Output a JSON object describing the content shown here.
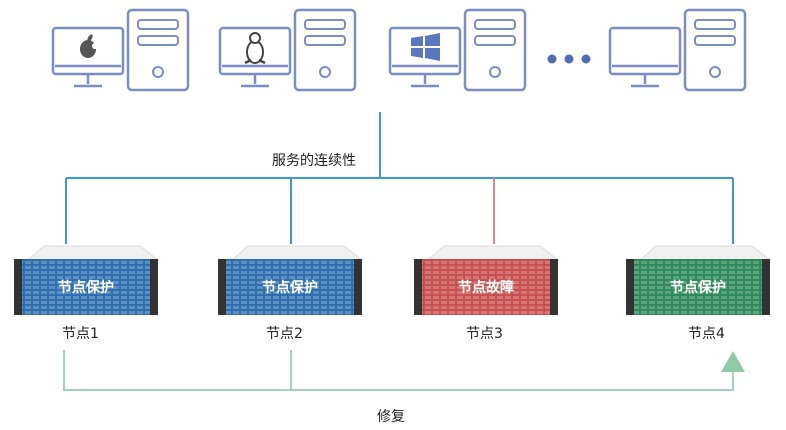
{
  "service_label": "服务的连续性",
  "repair_label": "修复",
  "clients": [
    {
      "os": "apple-icon"
    },
    {
      "os": "linux-icon"
    },
    {
      "os": "windows-icon"
    },
    {
      "os": "none"
    }
  ],
  "nodes": [
    {
      "label": "节点1",
      "status": "节点保护",
      "state": "protected",
      "color": "#2f6fb0"
    },
    {
      "label": "节点2",
      "status": "节点保护",
      "state": "protected",
      "color": "#2f6fb0"
    },
    {
      "label": "节点3",
      "status": "节点故障",
      "state": "failed",
      "color": "#c85050"
    },
    {
      "label": "节点4",
      "status": "节点保护",
      "state": "protected",
      "color": "#2e8a5a"
    }
  ],
  "colors": {
    "monitor_stroke": "#7a8ec4",
    "link_line": "#3a9bd0",
    "fault_line": "#d08a8a",
    "repair_line": "#9fd2b8",
    "repair_arrow": "#8fc9a7"
  }
}
